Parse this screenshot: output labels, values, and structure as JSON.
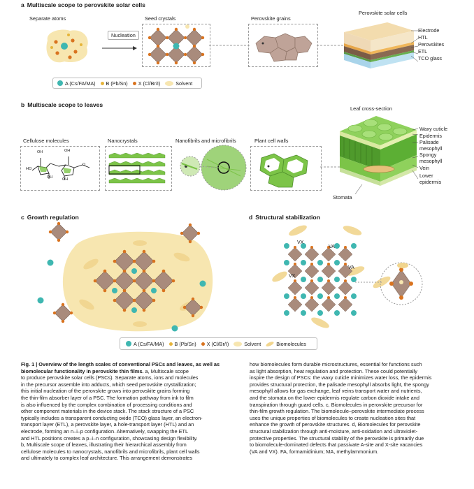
{
  "panel_a": {
    "letter": "a",
    "title": "Multiscale scope to perovskite solar cells",
    "separate_atoms": "Separate atoms",
    "nucleation": "Nucleation",
    "seed_crystals": "Seed crystals",
    "perovskite_grains": "Perovskite grains",
    "solar_cells": "Perovskite solar cells",
    "layers": [
      "Electrode",
      "HTL",
      "Perovskites",
      "ETL",
      "TCO glass"
    ],
    "legend": {
      "a": "A (Cs/FA/MA)",
      "b": "B (Pb/Sn)",
      "x": "X (Cl/Br/I)",
      "solvent": "Solvent"
    }
  },
  "panel_b": {
    "letter": "b",
    "title": "Multiscale scope to leaves",
    "leaf_cross_section": "Leaf cross-section",
    "cellulose": "Cellulose molecules",
    "nanocrystals": "Nanocrystals",
    "nanofibrils": "Nanofibrils and microfibrils",
    "plant_cell_walls": "Plant cell walls",
    "mol_labels": [
      "OH",
      "OH",
      "HO",
      "OH",
      "OH",
      "O"
    ],
    "layers": [
      "Waxy cuticle",
      "Epidermis",
      "Palisade mesophyll",
      "Spongy mesophyll",
      "Vein",
      "Lower epidermis"
    ],
    "stomata": "Stomata"
  },
  "panel_c": {
    "letter": "c",
    "title": "Growth regulation"
  },
  "panel_d": {
    "letter": "d",
    "title": "Structural stabilization",
    "vac": [
      "VX",
      "VA",
      "VA",
      "VX"
    ]
  },
  "legend2": {
    "a": "A (Cs/FA/MA)",
    "b": "B (Pb/Sn)",
    "x": "X (Cl/Br/I)",
    "solvent": "Solvent",
    "bio": "Biomolecules"
  },
  "caption": {
    "fig": "Fig. 1 | Overview of the length scales of conventional PSCs and leaves, as well as biomolecular functionality in perovskite thin films.",
    "col1": [
      " a, Multiscale scope",
      "to produce perovskite solar cells (PSCs). Separate atoms, ions and molecules",
      "in the precursor assemble into adducts, which seed perovskite crystallization;",
      "this initial nucleation of the perovskite grows into perovskite grains forming",
      "the thin-film absorber layer of a PSC. The formation pathway from ink to film",
      "is also influenced by the complex combination of processing conditions and",
      "other component materials in the device stack. The stack structure of a PSC",
      "typically includes a transparent conducting oxide (TCO) glass layer, an electron-",
      "transport layer (ETL), a perovskite layer, a hole-transport layer (HTL) and an",
      "electrode, forming an n–i–p configuration. Alternatively, swapping the ETL",
      "and HTL positions creates a p–i–n configuration, showcasing design flexibility.",
      "b, Multiscale scope of leaves, illustrating their hierarchical assembly from",
      "cellulose molecules to nanocrystals, nanofibrils and microfibrils, plant cell walls",
      "and ultimately to complex leaf architecture. This arrangement demonstrates"
    ],
    "col2": [
      "how biomolecules form durable microstructures, essential for functions such",
      "as light absorption, heat regulation and protection. These could potentially",
      "inspire the design of PSCs: the waxy cuticle minimizes water loss, the epidermis",
      "provides structural protection, the palisade mesophyll absorbs light, the spongy",
      "mesophyll allows for gas exchange, leaf veins transport water and nutrients,",
      "and the stomata on the lower epidermis regulate carbon dioxide intake and",
      "transpiration through guard cells. c, Biomolecules in perovskite precursor for",
      "thin-film growth regulation. The biomolecule–perovskite intermediate process",
      "uses the unique properties of biomolecules to create nucleation sites that",
      "enhance the growth of perovskite structures. d, Biomolecules for perovskite",
      "structural stabilization through anti-moisture, anti-oxidation and ultraviolet-",
      "protective properties. The structural stability of the perovskite is primarily due",
      "to biomolecule-dominated defects that passivate A-site and X-site vacancies",
      "(VA and VX). FA, formamidinium; MA, methylammonium."
    ]
  },
  "colors": {
    "a_site": "#3fb7b1",
    "b_site": "#e6b43a",
    "x_site": "#d9731f",
    "solvent": "#f7e6b0",
    "octahedron": "#a98b7c",
    "leaf_green": "#7cc448",
    "grain": "#bfa398"
  }
}
